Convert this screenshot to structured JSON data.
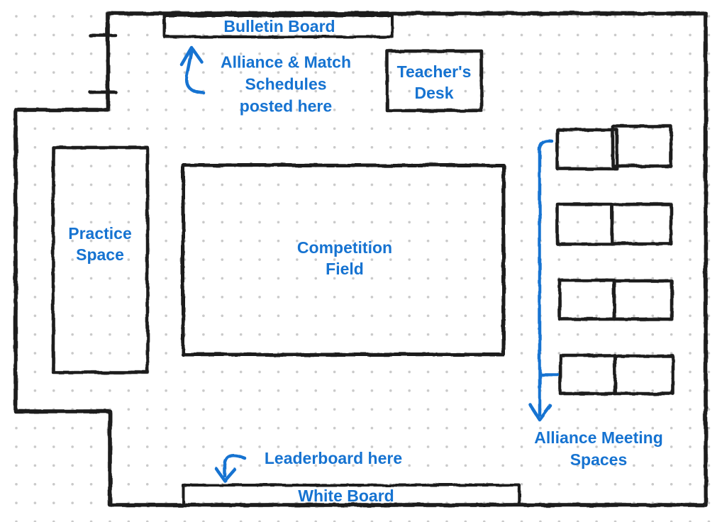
{
  "colors": {
    "accent": "#1673d1",
    "ink": "#1f1f1f",
    "grid_dot": "#c9c9c9",
    "background": "#ffffff"
  },
  "rooms": {
    "bulletin_board": "Bulletin Board",
    "teachers_desk": [
      "Teacher's",
      "Desk"
    ],
    "practice_space": [
      "Practice",
      "Space"
    ],
    "competition_field": [
      "Competition",
      "Field"
    ],
    "white_board": "White Board"
  },
  "annotations": {
    "schedules_note": [
      "Alliance & Match",
      "Schedules",
      "posted here"
    ],
    "leaderboard_note": "Leaderboard here",
    "alliance_meeting": [
      "Alliance Meeting",
      "Spaces"
    ]
  },
  "icons": {
    "schedules_arrow": "up-arrow",
    "alliance_arrow": "long-down-arrow",
    "leaderboard_arrow": "curved-down-arrow",
    "door_marks": "door-ticks"
  }
}
